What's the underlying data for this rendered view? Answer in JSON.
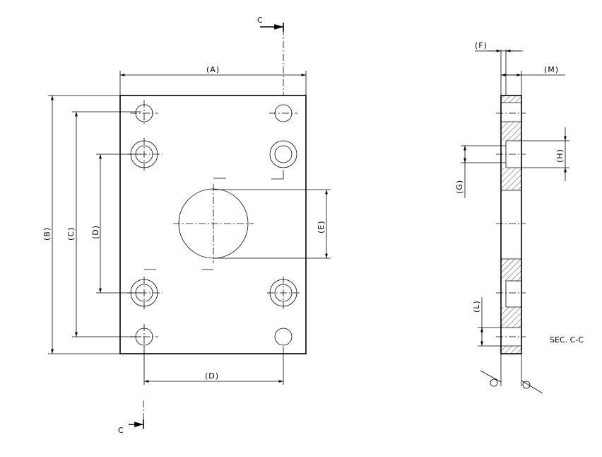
{
  "drawing": {
    "section_marks": {
      "top": "C",
      "bottom": "C"
    },
    "front_view": {
      "dim_a": "(A)",
      "dim_b": "(B)",
      "dim_c": "(C)",
      "dim_d_vertical": "(D)",
      "dim_d_horizontal": "(D)",
      "dim_e": "(E)"
    },
    "section_view": {
      "dim_f": "(F)",
      "dim_m": "(M)",
      "dim_h": "(H)",
      "dim_g": "(G)",
      "dim_l": "(L)",
      "caption": "SEC. C-C"
    }
  }
}
